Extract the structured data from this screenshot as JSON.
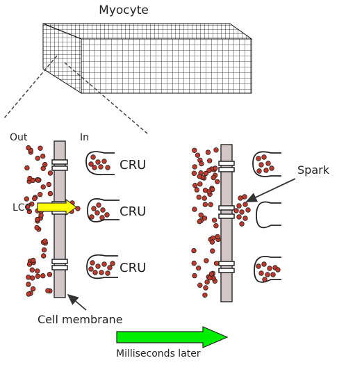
{
  "title": "Myocyte",
  "labels": {
    "out": "Out",
    "in": "In",
    "cru_top": "CRU",
    "cru_middle": "CRU",
    "cru_bottom": "CRU",
    "lcc": "LCC",
    "spark": "Spark",
    "cell_membrane": "Cell membrane",
    "time_caption": "Milliseconds later"
  },
  "colors": {
    "membrane": "#d2c7c6",
    "calcium_dot": "#c0392b",
    "lcc_arrow": "#ffff00",
    "time_arrow": "#00ee00",
    "outline": "#222222"
  }
}
